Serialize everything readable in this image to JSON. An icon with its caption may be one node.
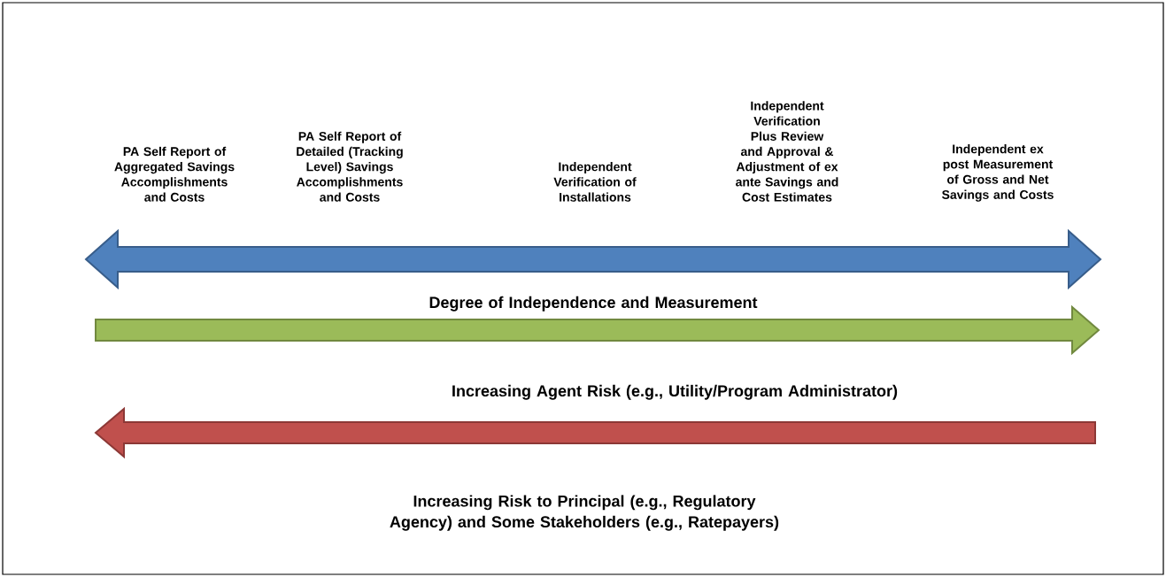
{
  "diagram": {
    "labels": [
      "PA Self Report of Aggregated Savings Accomplishments and Costs",
      "PA Self Report of Detailed (Tracking Level) Savings Accomplishments and Costs",
      "Independent Verification of Installations",
      "Independent Verification Plus Review and Approval & Adjustment of ex ante Savings and Cost Estimates",
      "Independent ex post Measurement of Gross and Net Savings and Costs",
      "Degree of Independence and Measurement",
      "Increasing Agent Risk (e.g., Utility/Program Administrator)",
      "Increasing Risk to Principal (e.g., Regulatory Agency) and Some Stakeholders (e.g., Ratepayers)"
    ]
  }
}
